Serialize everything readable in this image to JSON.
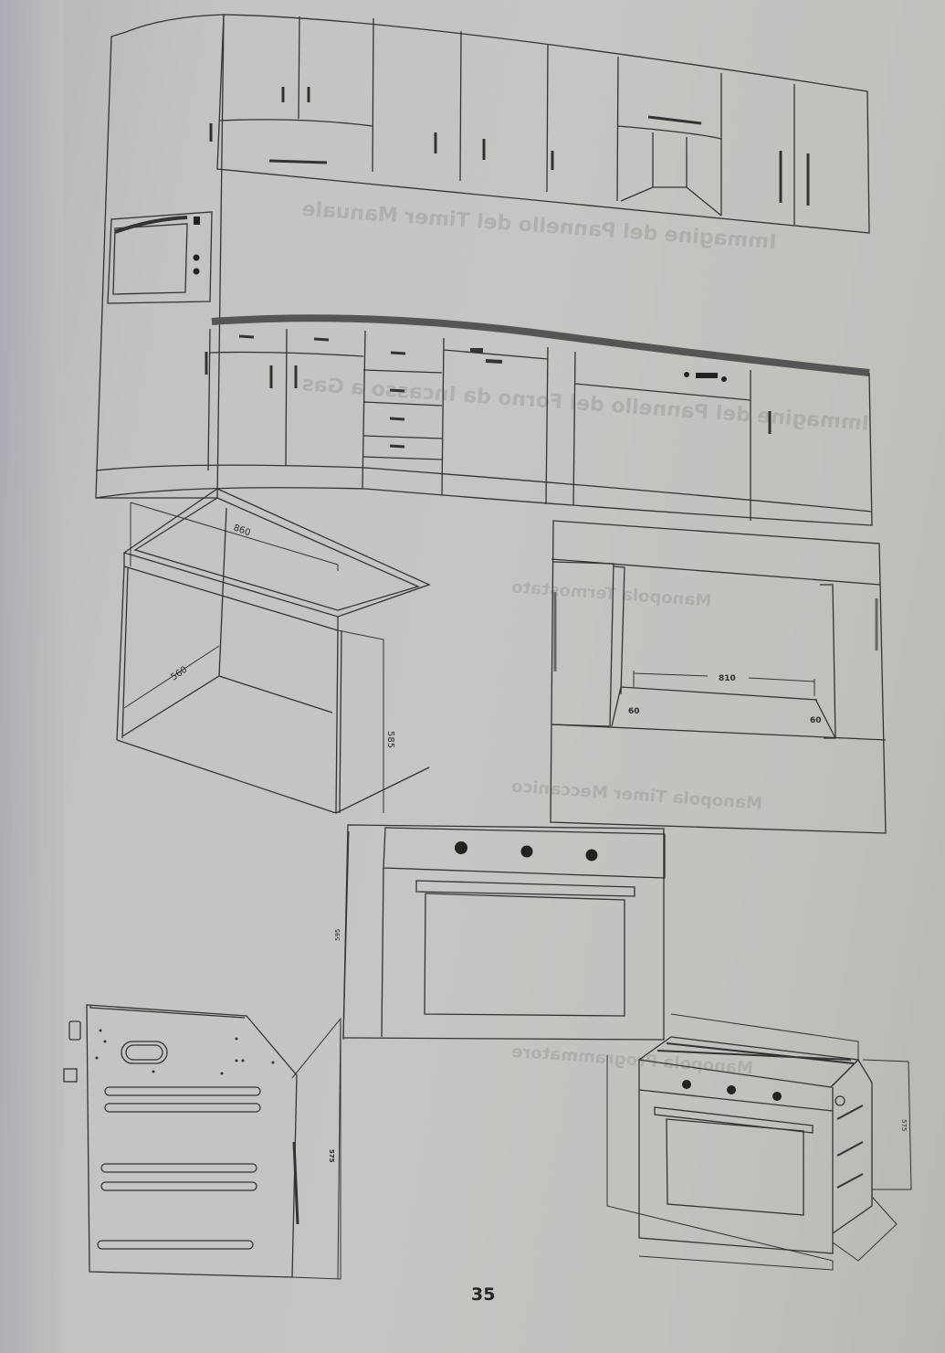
{
  "page": {
    "number": "35",
    "bleed_through_text": [
      "Immagine del Pannello del Timer Manuale",
      "Immagine del Pannello del Forno da Incasso a Gas",
      "Manopola Termostato",
      "Manopola Timer Meccanico",
      "Manopola Programmatore"
    ]
  },
  "figures": {
    "kitchen_elevation": {
      "label": "kitchen-installation-elevation"
    },
    "cabinet_niche": {
      "label": "cabinet-niche-isometric",
      "dim_width": "860",
      "dim_depth": "560",
      "dim_height": "585"
    },
    "niche_front": {
      "label": "niche-front-view",
      "dim_opening": "810",
      "dim_left_gap": "60",
      "dim_right_gap": "60"
    },
    "oven_front": {
      "label": "oven-front-view",
      "dim_height": "595",
      "knobs": 3
    },
    "oven_side": {
      "label": "oven-side-view",
      "dim_height": "575"
    },
    "oven_isometric": {
      "label": "oven-isometric-view",
      "dim_height": "575",
      "knobs": 3
    }
  }
}
